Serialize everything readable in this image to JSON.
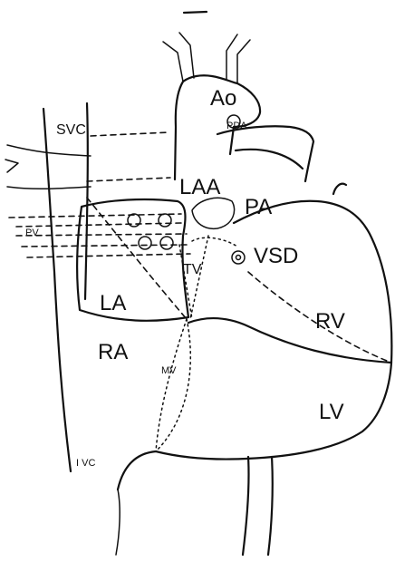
{
  "labels": {
    "ao": "Ao",
    "pda": "PDA",
    "svc": "SVC",
    "laa": "LAA",
    "pa": "PA",
    "pv": "PV",
    "vsd": "VSD",
    "tv": "TV",
    "la": "LA",
    "rv": "RV",
    "ra": "RA",
    "mv": "MV",
    "lv": "LV",
    "ivc": "I VC"
  }
}
